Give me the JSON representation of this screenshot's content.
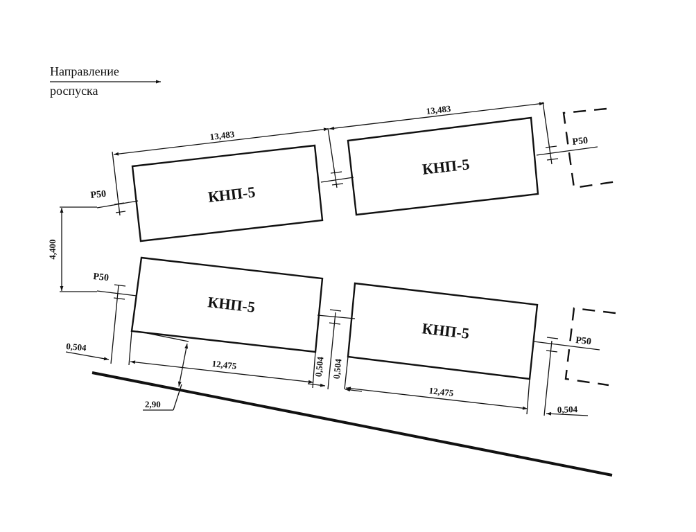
{
  "direction": {
    "line1": "Направление",
    "line2": "роспуска"
  },
  "units": {
    "top_left": "КНП-5",
    "top_right": "КНП-5",
    "bottom_left": "КНП-5",
    "bottom_right": "КНП-5"
  },
  "rails": {
    "top_left": "Р50",
    "top_right": "Р50",
    "bottom_left": "Р50",
    "bottom_right": "Р50"
  },
  "dimensions": {
    "top_span_left": "13,483",
    "top_span_right": "13,483",
    "track_spacing": "4,400",
    "offset_left": "0,504",
    "bottom_len_left": "12,475",
    "gap_a": "0,504",
    "gap_b": "0,504",
    "bottom_len_right": "12,475",
    "offset_right": "0,504",
    "clearance": "2,90"
  }
}
